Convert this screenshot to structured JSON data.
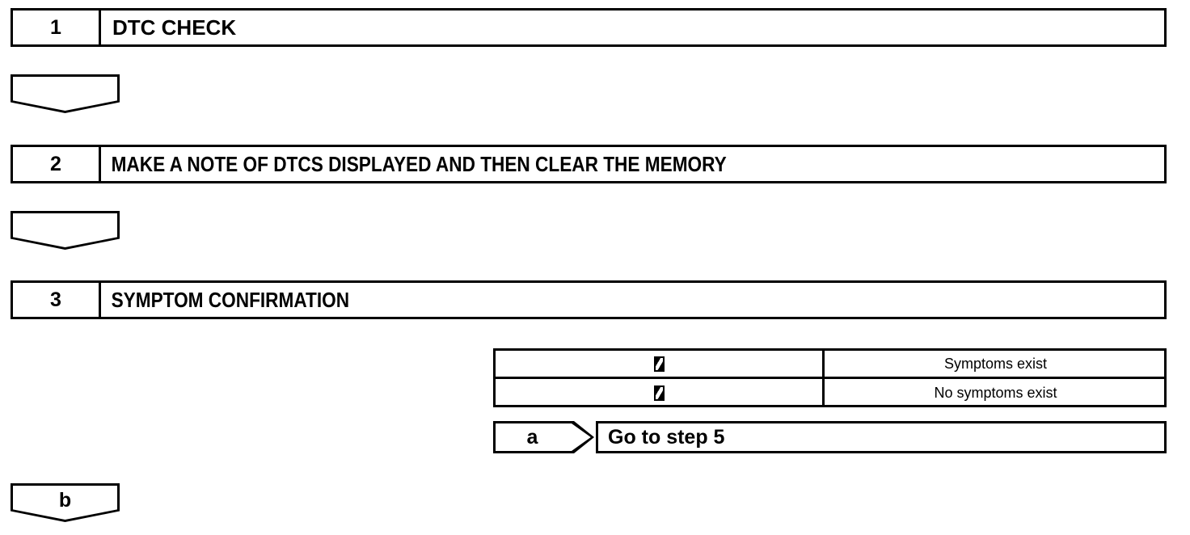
{
  "diagram": {
    "type": "diagnostic-flowchart",
    "steps": [
      {
        "number": "1",
        "title": "DTC CHECK"
      },
      {
        "number": "2",
        "title": "MAKE A NOTE OF DTCS DISPLAYED AND THEN CLEAR THE MEMORY"
      },
      {
        "number": "3",
        "title": "SYMPTOM CONFIRMATION"
      }
    ],
    "results": {
      "rows": [
        {
          "symbol": "missing-glyph-box",
          "description": "Symptoms exist"
        },
        {
          "symbol": "missing-glyph-box",
          "description": "No symptoms exist"
        }
      ]
    },
    "branches": [
      {
        "label": "a",
        "action": "Go to step 5"
      },
      {
        "label": "b",
        "action": ""
      }
    ]
  }
}
